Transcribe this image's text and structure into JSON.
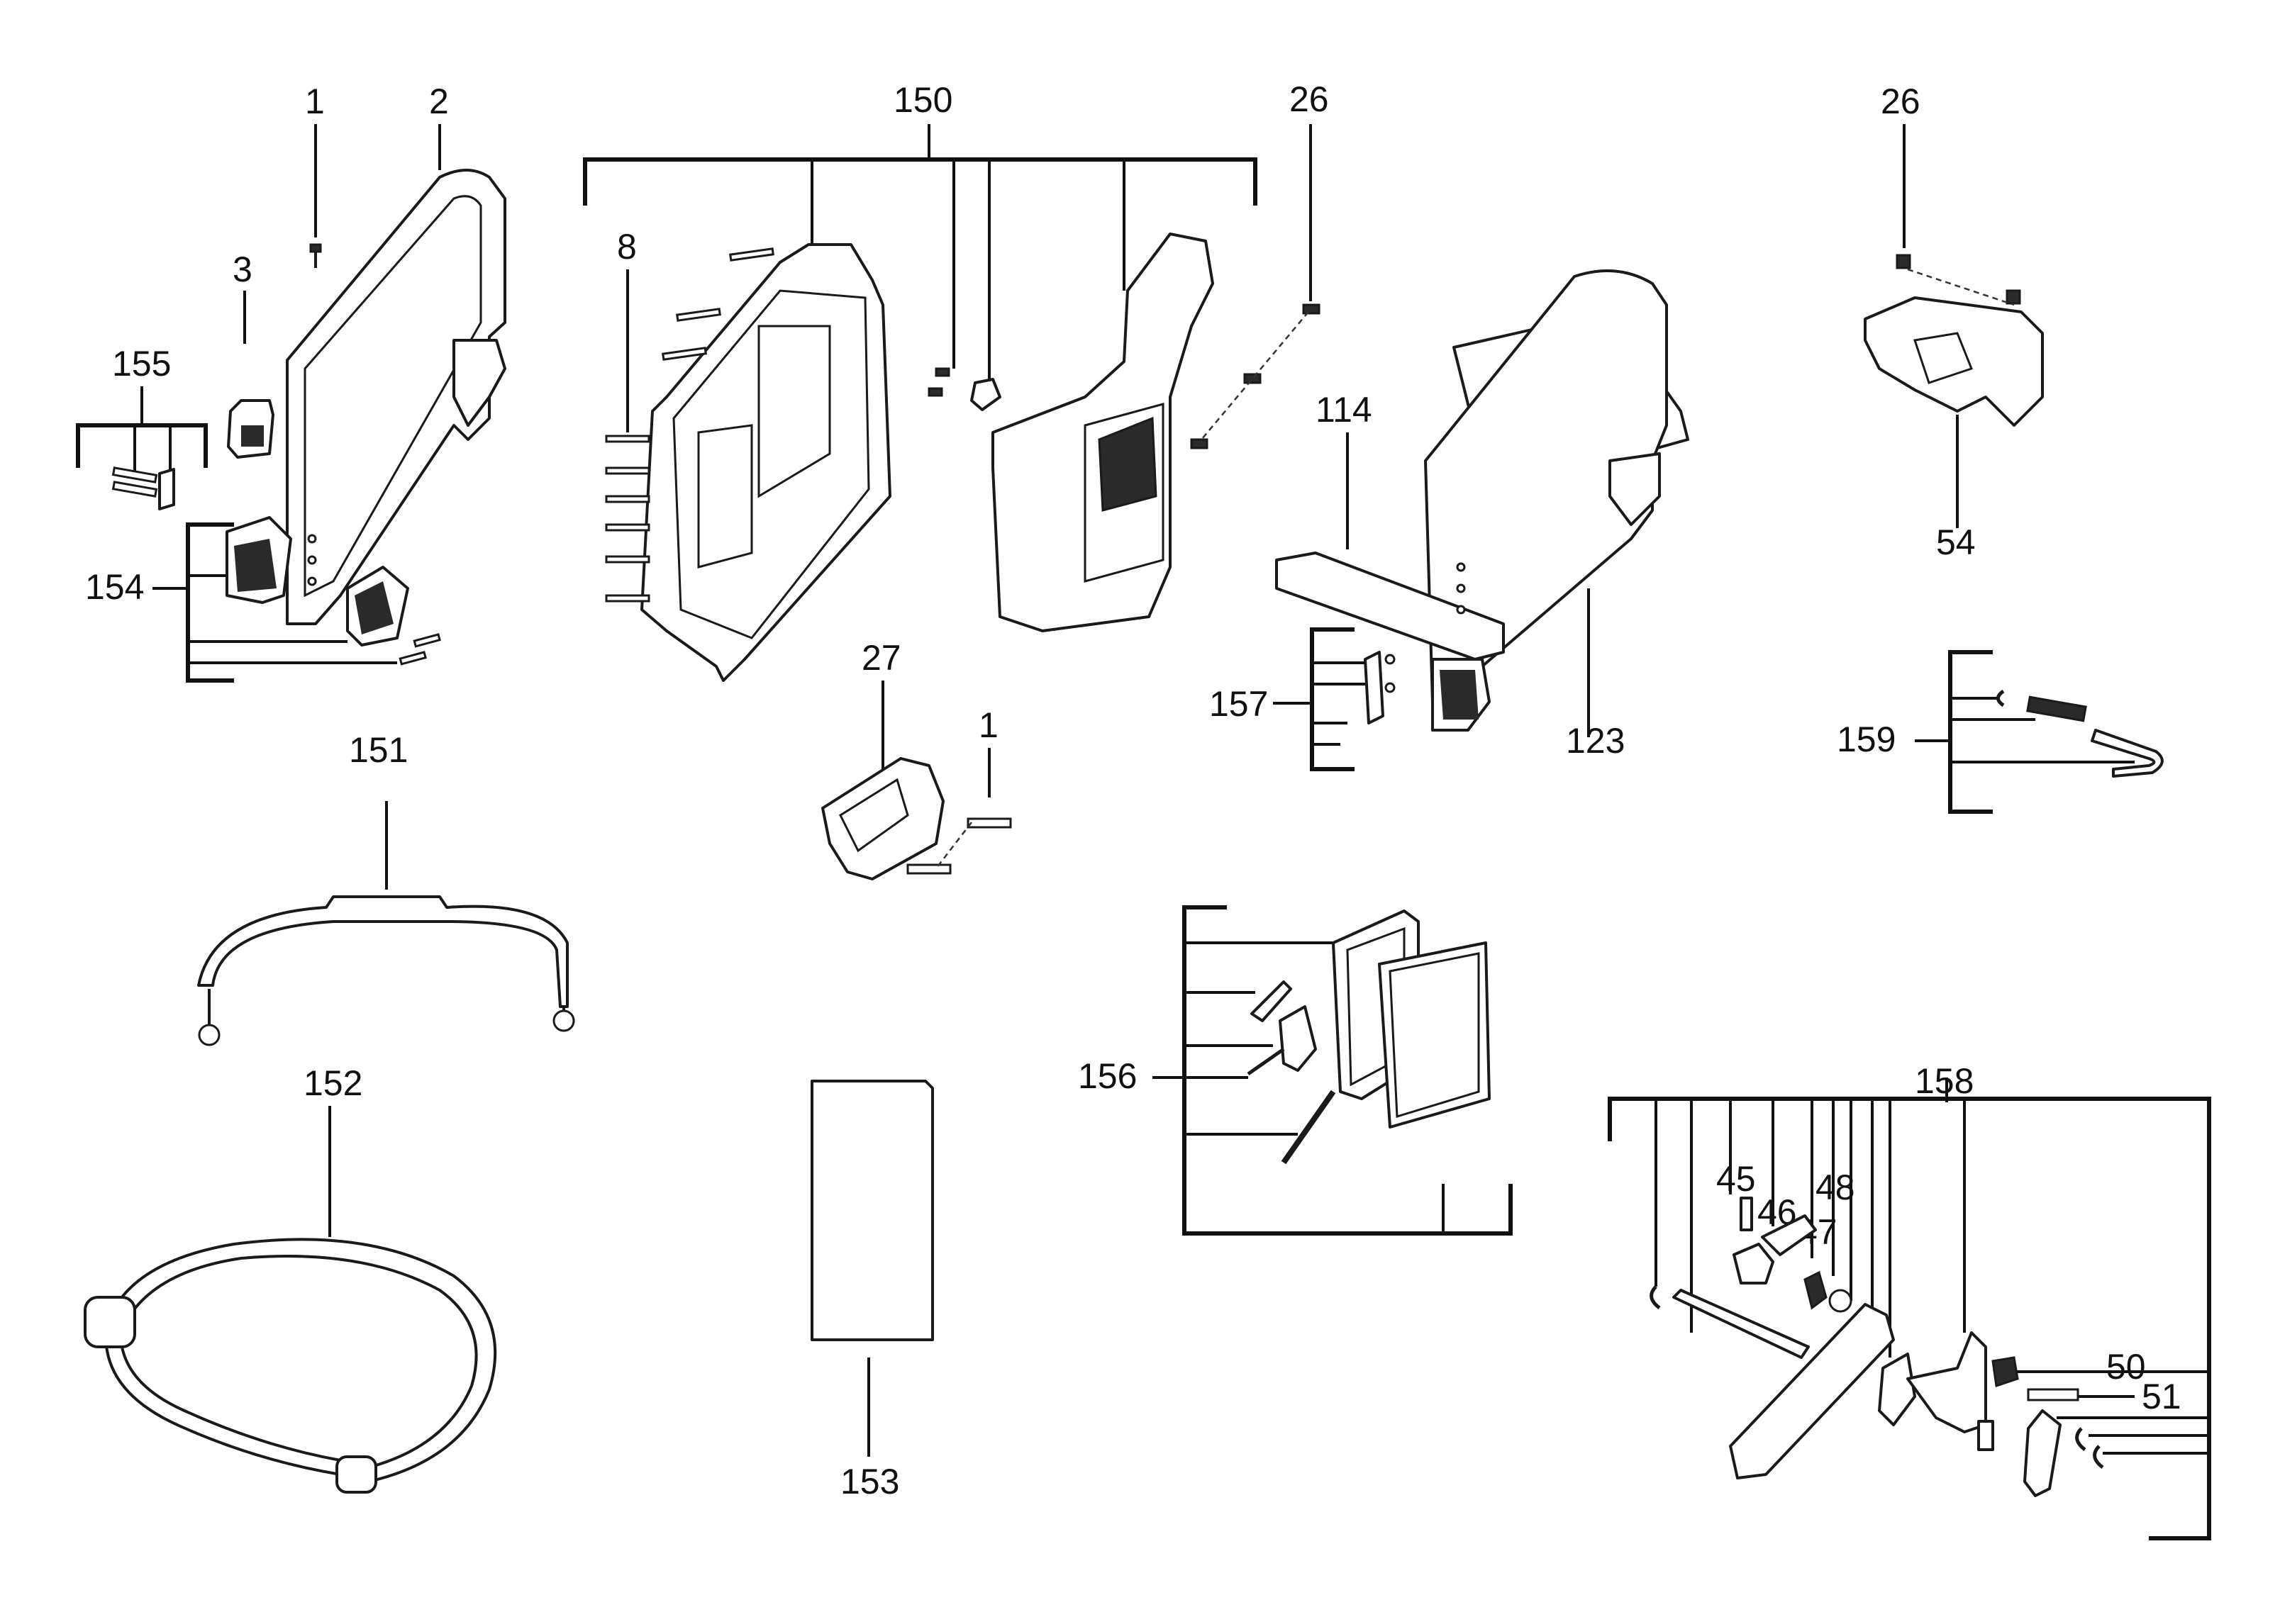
{
  "diagram": {
    "labels": {
      "l1a": "1",
      "l2": "2",
      "l3": "3",
      "l155": "155",
      "l154": "154",
      "l150": "150",
      "l8": "8",
      "l26a": "26",
      "l26b": "26",
      "l114": "114",
      "l54": "54",
      "l27": "27",
      "l1b": "1",
      "l157": "157",
      "l123": "123",
      "l159": "159",
      "l151": "151",
      "l152": "152",
      "l153": "153",
      "l156": "156",
      "l158": "158",
      "l45": "45",
      "l46": "46",
      "l47": "47",
      "l48": "48",
      "l50": "50",
      "l51": "51"
    }
  }
}
